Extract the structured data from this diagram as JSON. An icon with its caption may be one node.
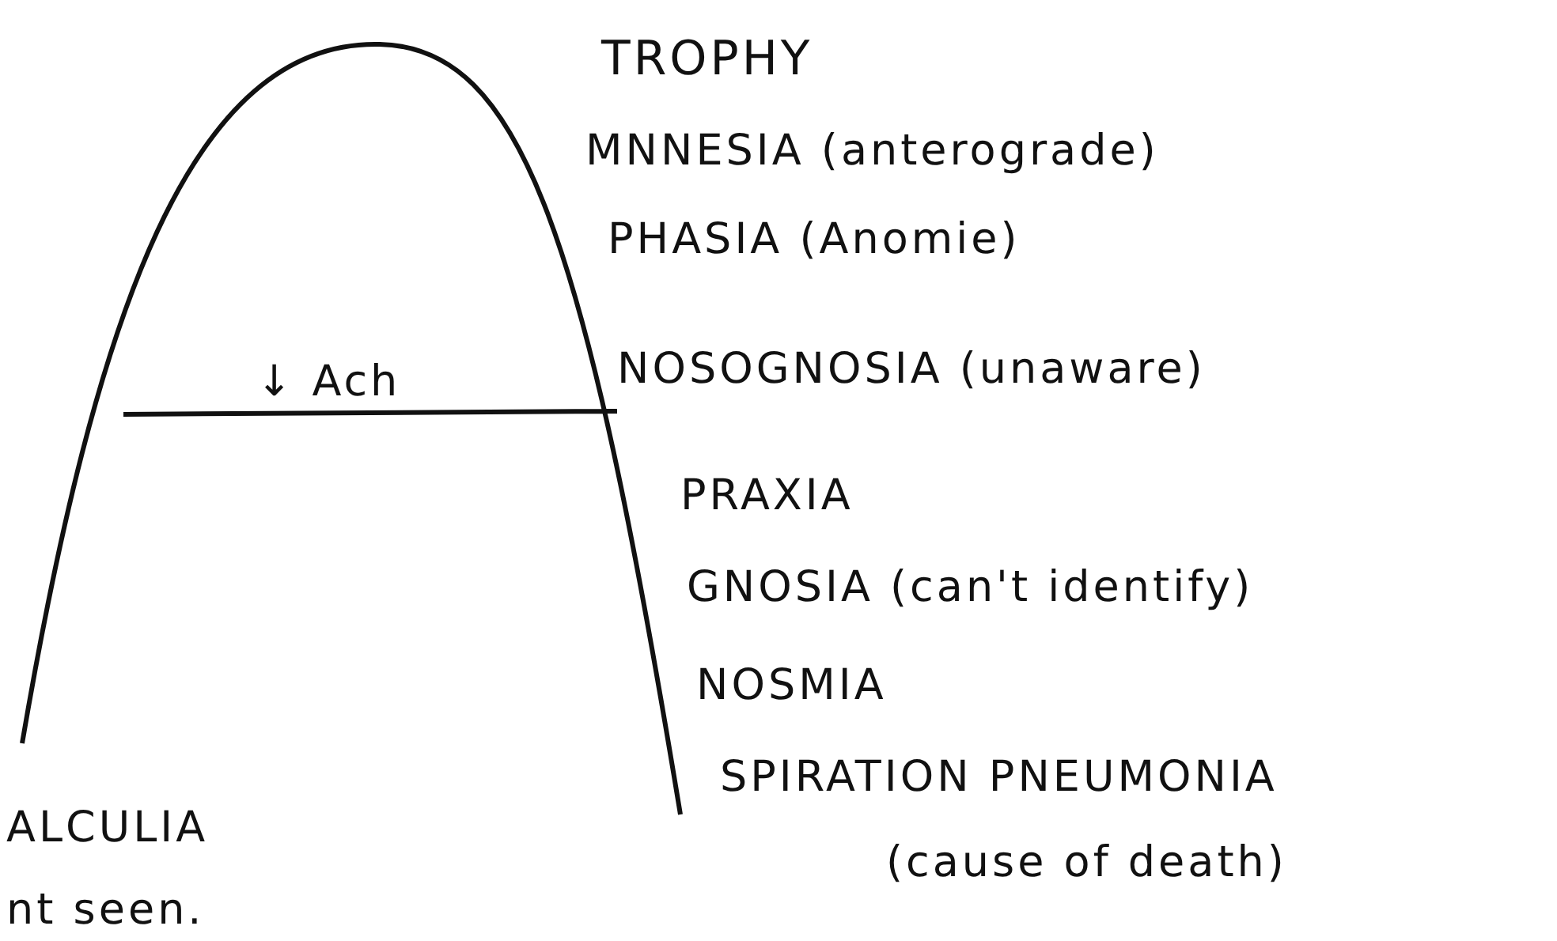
{
  "diagram": {
    "labels": [
      "TROPHY",
      "MNNESIA (anterograde)",
      "PHASIA (Anomie)",
      "↓ Ach",
      "NOSOGNOSIA (unaware)",
      "PRAXIA",
      "GNOSIA (can't identify)",
      "NOSMIA",
      "SPIRATION PNEUMONIA",
      "(cause of death)",
      "ALCULIA",
      "nt seen."
    ]
  }
}
